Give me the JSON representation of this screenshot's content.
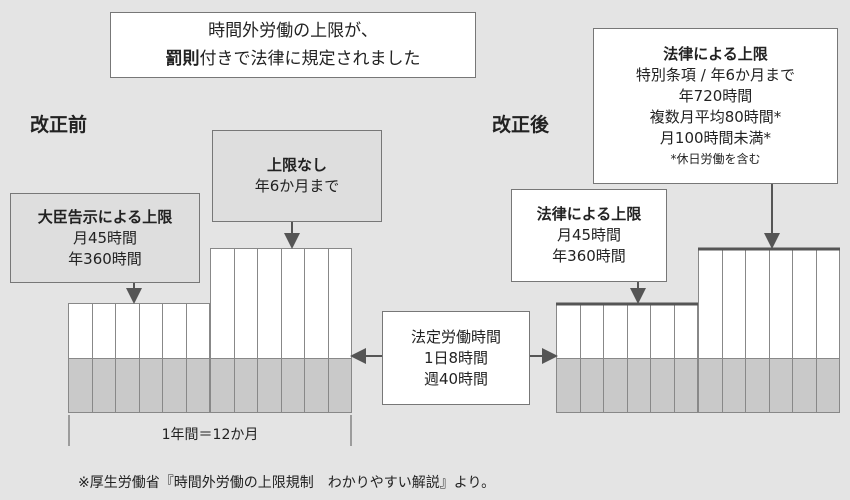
{
  "title": {
    "line1": "時間外労働の上限が、",
    "line2_bold": "罰則",
    "line2_rest": "付きで法律に規定されました"
  },
  "before": {
    "label": "改正前",
    "minister_box": {
      "title": "大臣告示による上限",
      "line1": "月45時間",
      "line2": "年360時間"
    },
    "nolimit_box": {
      "title": "上限なし",
      "line1": "年6か月まで"
    },
    "year_label": "1年間＝12か月"
  },
  "center_box": {
    "line1": "法定労働時間",
    "line2": "1日8時間",
    "line3": "週40時間"
  },
  "after": {
    "label": "改正後",
    "law_box": {
      "title": "法律による上限",
      "line1": "月45時間",
      "line2": "年360時間"
    },
    "special_box": {
      "title": "法律による上限",
      "line1": "特別条項 / 年6か月まで",
      "line2": "年720時間",
      "line3": "複数月平均80時間*",
      "line4": "月100時間未満*",
      "note": "*休日労働を含む"
    }
  },
  "source": "※厚生労働省『時間外労働の上限規制　わかりやすい解説』より。",
  "colors": {
    "background": "#e4e4e4",
    "grid_bottom": "#c9c9c9",
    "arrow": "#555555"
  },
  "months_per_year": 12
}
